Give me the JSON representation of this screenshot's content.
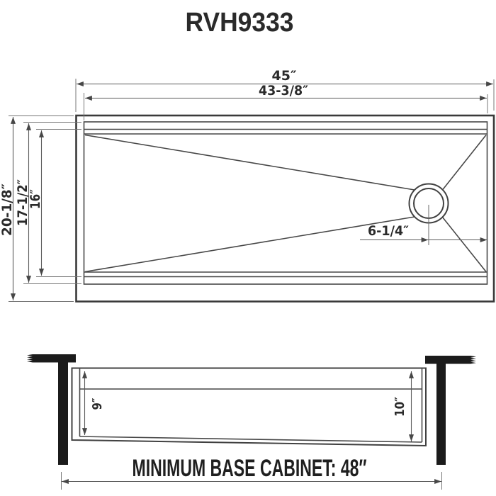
{
  "title": "RVH9333",
  "colors": {
    "ink": "#3a3a3a",
    "dim_line": "#5a5a5a",
    "fill_black": "#1b1b1b",
    "background": "#ffffff"
  },
  "top_view": {
    "dim_overall_width": "45″",
    "dim_inner_width": "43-3/8″",
    "dim_overall_depth": "20-1/8″",
    "dim_rim_depth": "17-1/2″",
    "dim_bowl_depth": "16″",
    "dim_drain_offset": "6-1/4″"
  },
  "side_view": {
    "dim_depth_left": "9″",
    "dim_depth_right": "10″",
    "caption": "MINIMUM BASE CABINET: 48″"
  }
}
